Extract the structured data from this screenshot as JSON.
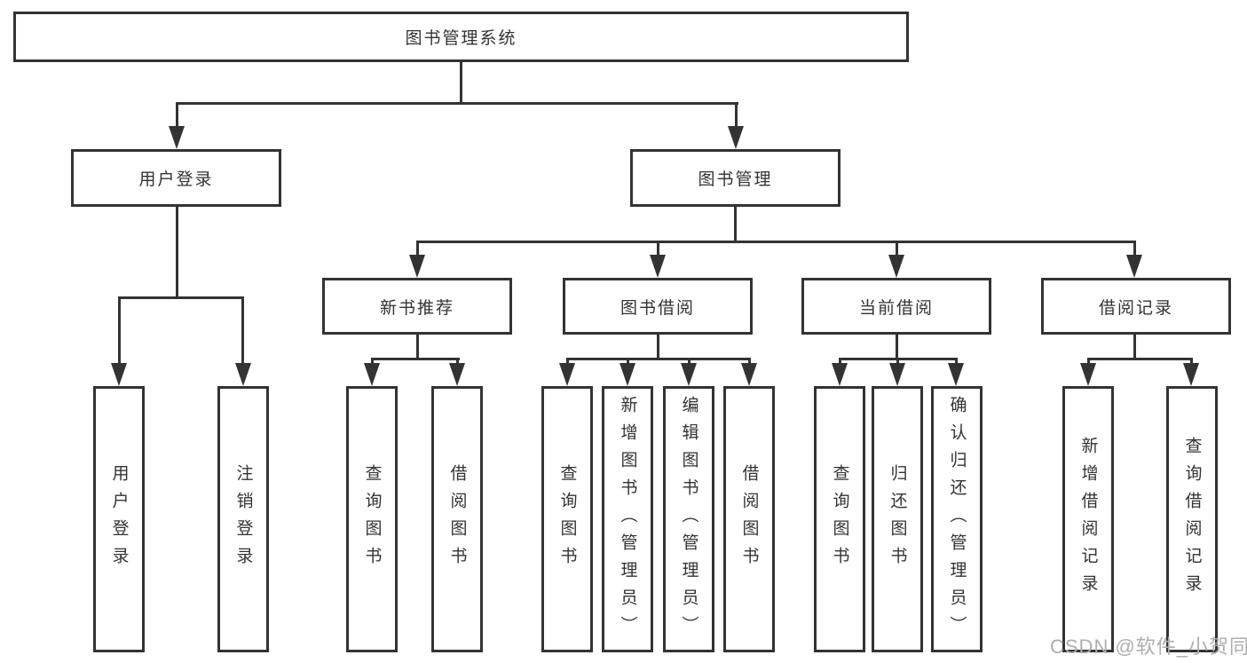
{
  "diagram": {
    "root": {
      "label": "图书管理系统"
    },
    "level2": [
      {
        "label": "用户登录"
      },
      {
        "label": "图书管理"
      }
    ],
    "level3": [
      {
        "label": "新书推荐"
      },
      {
        "label": "图书借阅"
      },
      {
        "label": "当前借阅"
      },
      {
        "label": "借阅记录"
      }
    ],
    "leaves": {
      "user_login": [
        "用户登录",
        "注销登录"
      ],
      "new_book": [
        "查询图书",
        "借阅图书"
      ],
      "book_borrow": [
        "查询图书",
        "新增图书（管理员）",
        "编辑图书（管理员）",
        "借阅图书"
      ],
      "current_borrow": [
        "查询图书",
        "归还图书",
        "确认归还（管理员）"
      ],
      "borrow_records": [
        "新增借阅记录",
        "查询借阅记录"
      ]
    }
  },
  "watermark": {
    "text": "CSDN @软件_小贺同学"
  },
  "colors": {
    "line": "#333333",
    "watermark": "#aeaeae",
    "background": "#ffffff"
  }
}
